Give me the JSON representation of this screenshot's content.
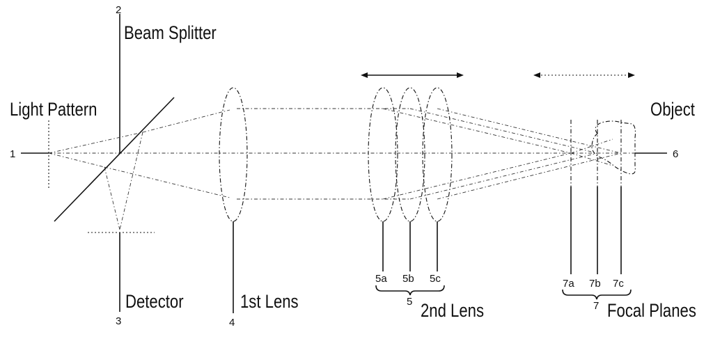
{
  "labels": {
    "light_pattern": "Light Pattern",
    "beam_splitter": "Beam Splitter",
    "detector": "Detector",
    "first_lens": "1st Lens",
    "second_lens": "2nd Lens",
    "object": "Object",
    "focal_planes": "Focal Planes"
  },
  "numbers": {
    "n1": "1",
    "n2": "2",
    "n3": "3",
    "n4": "4",
    "n5": "5",
    "n5a": "5a",
    "n5b": "5b",
    "n5c": "5c",
    "n6": "6",
    "n7": "7",
    "n7a": "7a",
    "n7b": "7b",
    "n7c": "7c"
  }
}
